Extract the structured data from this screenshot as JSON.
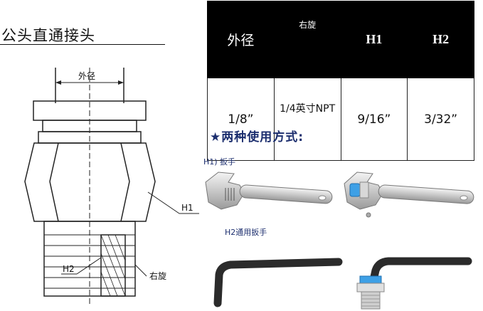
{
  "title": "公头直通接头",
  "drawing": {
    "od_label": "外径",
    "h1_label": "H1",
    "h2_label": "H2",
    "thread_label": "右旋"
  },
  "table": {
    "headers": [
      "外径",
      "右旋",
      "H1",
      "H2"
    ],
    "values": [
      "1/8”",
      "1/4英寸NPT",
      "9/16”",
      "3/32”"
    ]
  },
  "usage": {
    "title": "★两种使用方式:",
    "h1_caption": "H1) 扳手",
    "h2_caption": "H2通用扳手"
  }
}
